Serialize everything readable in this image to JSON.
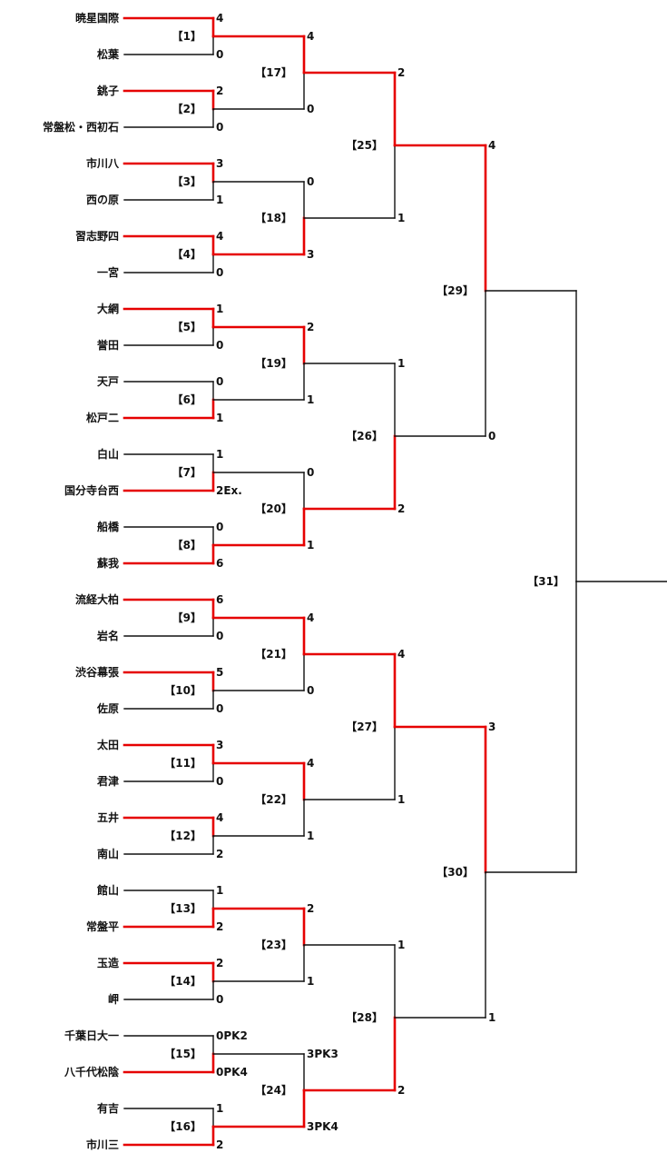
{
  "colors": {
    "line": "#111111",
    "winner": "#e60000",
    "text": "#111111"
  },
  "teams": [
    "暁星国際",
    "松葉",
    "銚子",
    "常盤松・西初石",
    "市川八",
    "西の原",
    "習志野四",
    "一宮",
    "大網",
    "誉田",
    "天戸",
    "松戸二",
    "白山",
    "国分寺台西",
    "船橋",
    "蘇我",
    "流経大柏",
    "岩名",
    "渋谷幕張",
    "佐原",
    "太田",
    "君津",
    "五井",
    "南山",
    "館山",
    "常盤平",
    "玉造",
    "岬",
    "千葉日大一",
    "八千代松陰",
    "有吉",
    "市川三"
  ],
  "rounds": [
    [
      {
        "label": "【1】",
        "scores": [
          "4",
          "0"
        ],
        "winner": 0
      },
      {
        "label": "【2】",
        "scores": [
          "2",
          "0"
        ],
        "winner": 0
      },
      {
        "label": "【3】",
        "scores": [
          "3",
          "1"
        ],
        "winner": 0
      },
      {
        "label": "【4】",
        "scores": [
          "4",
          "0"
        ],
        "winner": 0
      },
      {
        "label": "【5】",
        "scores": [
          "1",
          "0"
        ],
        "winner": 0
      },
      {
        "label": "【6】",
        "scores": [
          "0",
          "1"
        ],
        "winner": 1
      },
      {
        "label": "【7】",
        "scores": [
          "1",
          "2Ex."
        ],
        "winner": 1
      },
      {
        "label": "【8】",
        "scores": [
          "0",
          "6"
        ],
        "winner": 1
      },
      {
        "label": "【9】",
        "scores": [
          "6",
          "0"
        ],
        "winner": 0
      },
      {
        "label": "【10】",
        "scores": [
          "5",
          "0"
        ],
        "winner": 0
      },
      {
        "label": "【11】",
        "scores": [
          "3",
          "0"
        ],
        "winner": 0
      },
      {
        "label": "【12】",
        "scores": [
          "4",
          "2"
        ],
        "winner": 0
      },
      {
        "label": "【13】",
        "scores": [
          "1",
          "2"
        ],
        "winner": 1
      },
      {
        "label": "【14】",
        "scores": [
          "2",
          "0"
        ],
        "winner": 0
      },
      {
        "label": "【15】",
        "scores": [
          "0PK2",
          "0PK4"
        ],
        "winner": 1
      },
      {
        "label": "【16】",
        "scores": [
          "1",
          "2"
        ],
        "winner": 1
      }
    ],
    [
      {
        "label": "【17】",
        "scores": [
          "4",
          "0"
        ],
        "winner": 0
      },
      {
        "label": "【18】",
        "scores": [
          "0",
          "3"
        ],
        "winner": 1
      },
      {
        "label": "【19】",
        "scores": [
          "2",
          "1"
        ],
        "winner": 0
      },
      {
        "label": "【20】",
        "scores": [
          "0",
          "1"
        ],
        "winner": 1
      },
      {
        "label": "【21】",
        "scores": [
          "4",
          "0"
        ],
        "winner": 0
      },
      {
        "label": "【22】",
        "scores": [
          "4",
          "1"
        ],
        "winner": 0
      },
      {
        "label": "【23】",
        "scores": [
          "2",
          "1"
        ],
        "winner": 0
      },
      {
        "label": "【24】",
        "scores": [
          "3PK3",
          "3PK4"
        ],
        "winner": 1
      }
    ],
    [
      {
        "label": "【25】",
        "scores": [
          "2",
          "1"
        ],
        "winner": 0
      },
      {
        "label": "【26】",
        "scores": [
          "1",
          "2"
        ],
        "winner": 1
      },
      {
        "label": "【27】",
        "scores": [
          "4",
          "1"
        ],
        "winner": 0
      },
      {
        "label": "【28】",
        "scores": [
          "1",
          "2"
        ],
        "winner": 1
      }
    ],
    [
      {
        "label": "【29】",
        "scores": [
          "4",
          "0"
        ],
        "winner": 0
      },
      {
        "label": "【30】",
        "scores": [
          "3",
          "1"
        ],
        "winner": 0
      }
    ],
    [
      {
        "label": "【31】",
        "scores": [
          "",
          ""
        ],
        "winner": null
      }
    ]
  ]
}
